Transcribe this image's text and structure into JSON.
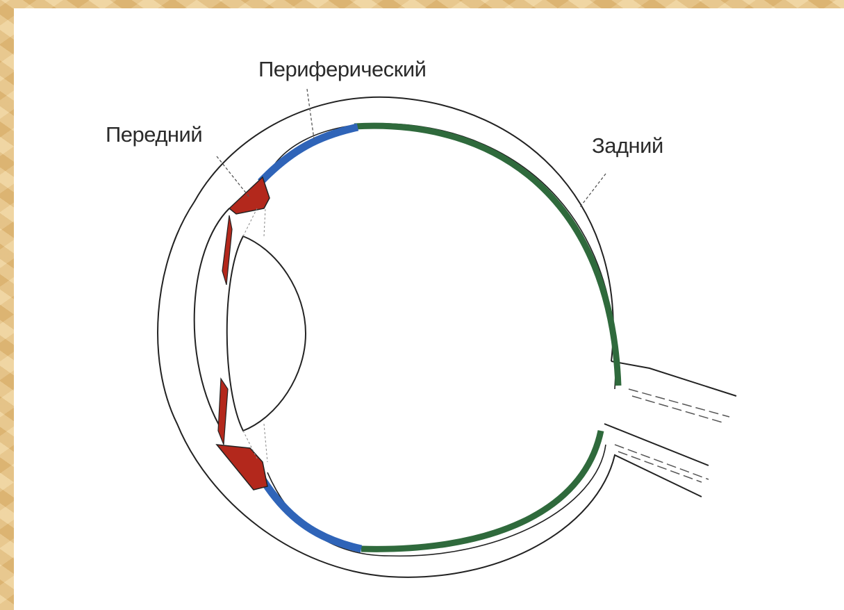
{
  "labels": {
    "anterior": "Передний",
    "peripheral": "Периферический",
    "posterior": "Задний"
  },
  "colors": {
    "anterior_zone": "#b3281c",
    "peripheral_zone": "#2f64b8",
    "posterior_zone": "#2f6a3c",
    "outline": "#222222",
    "background": "#ffffff",
    "border": "#e6c387"
  }
}
